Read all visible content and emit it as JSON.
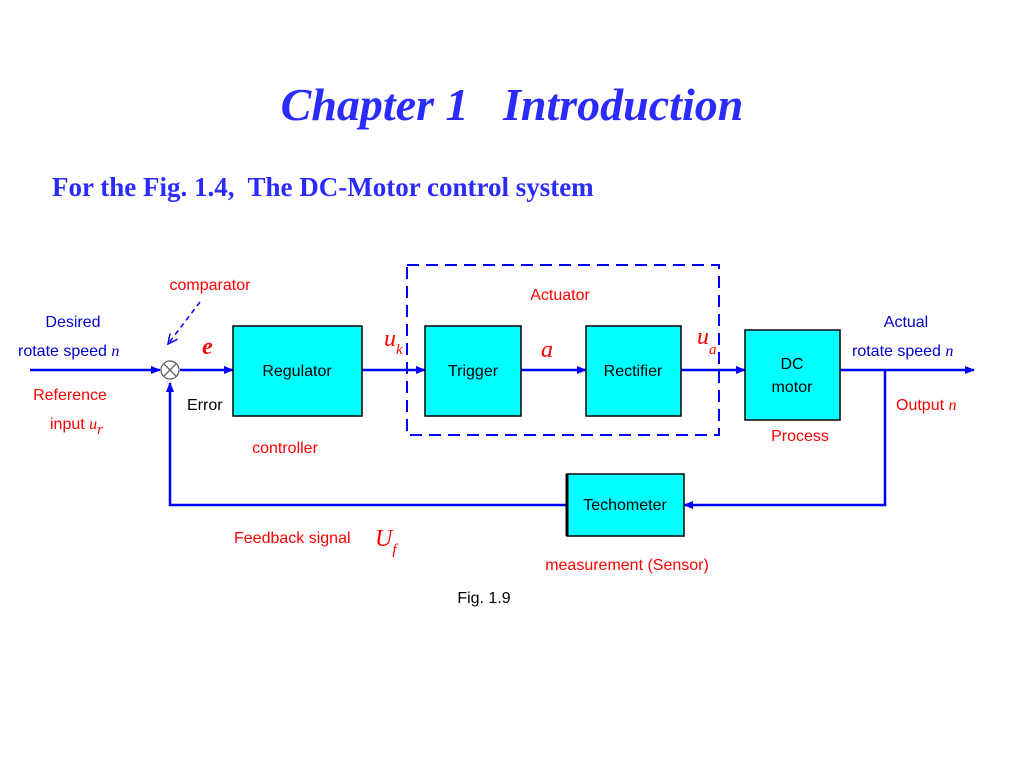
{
  "slide": {
    "title": "Chapter 1   Introduction",
    "subtitle": "For the Fig. 1.4,  The DC-Motor control system"
  },
  "diagram": {
    "labels": {
      "comparator": "comparator",
      "desired": "Desired",
      "rotate_speed": "rotate speed",
      "speed_var": "n",
      "reference": "Reference",
      "input": "input",
      "input_var": "u",
      "input_sub": "r",
      "error_var": "e",
      "error": "Error",
      "controller": "controller",
      "actuator": "Actuator",
      "uk": "u",
      "uk_sub": "k",
      "a": "a",
      "ua": "u",
      "ua_sub": "a",
      "actual": "Actual",
      "actual_rotate_speed": "rotate speed",
      "actual_var": "n",
      "output": "Output",
      "output_var": "n",
      "process": "Process",
      "feedback": "Feedback signal",
      "feedback_var": "U",
      "feedback_sub": "f",
      "measurement": "measurement (Sensor)",
      "fig": "Fig. 1.9"
    },
    "blocks": {
      "regulator": "Regulator",
      "trigger": "Trigger",
      "rectifier": "Rectifier",
      "dc_line1": "DC",
      "dc_line2": "motor",
      "tachometer": "Techometer"
    },
    "colors": {
      "block_fill": "#00ffff",
      "wire": "#0000ff",
      "label_blue": "#0000cc",
      "label_red": "#ff0000"
    }
  }
}
